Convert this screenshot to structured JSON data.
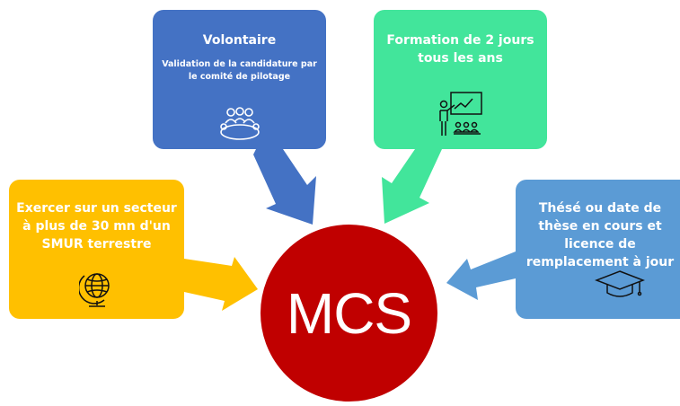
{
  "center": {
    "label": "MCS",
    "color": "#c00000"
  },
  "criteria": [
    {
      "title": "Volontaire",
      "subtitle": "Validation de la candidature par le comité de pilotage",
      "icon": "meeting-table-icon",
      "color": "#4472c4"
    },
    {
      "title": "Formation de 2 jours tous les ans",
      "icon": "teacher-board-icon",
      "color": "#42e59b"
    },
    {
      "title": "Exercer sur un secteur à plus de 30 mn d'un SMUR terrestre",
      "icon": "globe-icon",
      "color": "#ffc000"
    },
    {
      "title": "Thésé ou date de thèse en cours et licence de remplacement à jour",
      "icon": "graduation-cap-icon",
      "color": "#5b9bd5"
    }
  ]
}
